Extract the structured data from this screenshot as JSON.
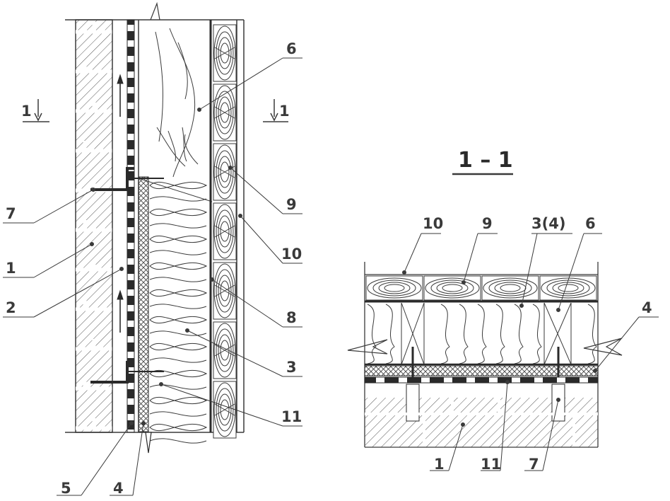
{
  "figure": {
    "left_view": {
      "section_marks": [
        "1",
        "1"
      ],
      "labels": [
        "6",
        "7",
        "1",
        "2",
        "9",
        "10",
        "8",
        "3",
        "11",
        "5",
        "4"
      ]
    },
    "right_view": {
      "title": "1 – 1",
      "labels": [
        "10",
        "9",
        "3(4)",
        "6",
        "4",
        "1",
        "11",
        "7"
      ]
    }
  }
}
